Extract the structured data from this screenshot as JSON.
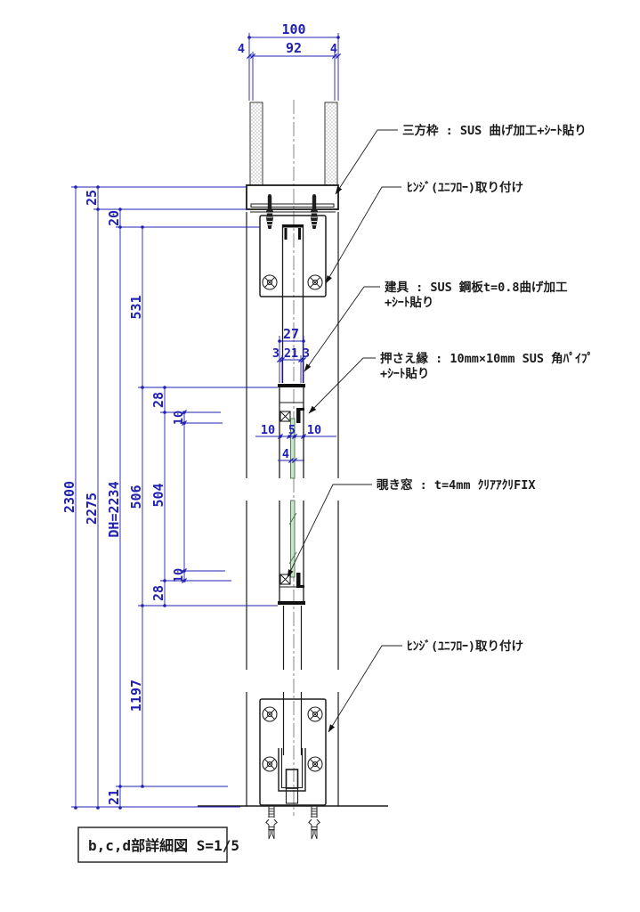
{
  "drawing_title": "b,c,d部詳細図  S=1/5",
  "annotations": {
    "frame": "三方枠 : SUS 曲げ加工+ｼｰﾄ貼り",
    "hinge_top": "ﾋﾝｼﾞ(ﾕﾆﾌﾛｰ)取り付け",
    "door_l1": "建具 : SUS 鋼板t=0.8曲げ加工",
    "door_l2": "+ｼｰﾄ貼り",
    "bead_l1": "押さえ縁 : 10mm×10mm SUS 角ﾊﾟｲﾌﾟ",
    "bead_l2": "+ｼｰﾄ貼り",
    "window": "覗き窓 : t=4mm ｸﾘｱｱｸﾘFIX",
    "hinge_bottom": "ﾋﾝｼﾞ(ﾕﾆﾌﾛｰ)取り付け"
  },
  "dims": {
    "top": {
      "overall": "100",
      "inner": "92",
      "edge_left": "4",
      "edge_right": "4"
    },
    "left": {
      "total": "2300",
      "frame_height": "2275",
      "door_height": "DH=2234",
      "top_clearance": "25",
      "head": "20",
      "upper_panel": "531",
      "bead_top": "28",
      "inset_top": "10",
      "window_opening": "506",
      "glass_height": "504",
      "inset_bottom": "10",
      "bead_bottom": "28",
      "lower_panel": "1197",
      "bottom_clearance": "21"
    },
    "middle": {
      "door_thickness": "27",
      "skin_left": "3",
      "core": "21",
      "skin_right": "3",
      "bead_left": "10",
      "gap": "5",
      "bead_right": "10",
      "glass_thickness": "4"
    }
  },
  "colors": {
    "dimension_blue": "#2020b2",
    "line_black": "#1b1b1b",
    "glass_green": "#cfe2cf"
  }
}
